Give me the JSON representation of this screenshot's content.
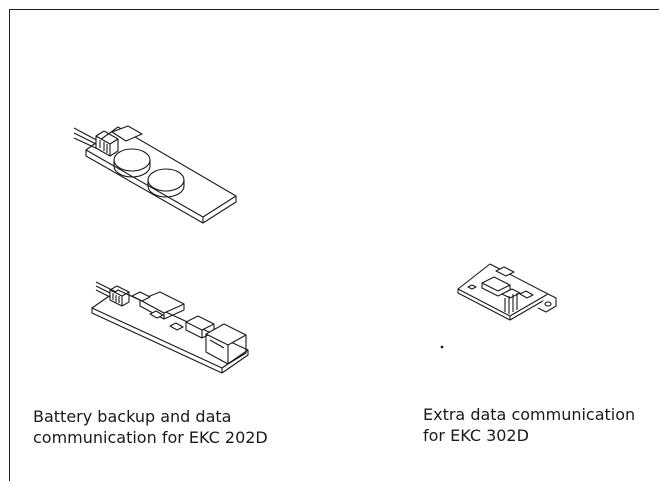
{
  "captions": {
    "left": {
      "line1": "Battery backup and data",
      "line2": "communication for EKC 202D"
    },
    "right": {
      "line1": "Extra data communication",
      "line2": "for EKC 302D"
    }
  },
  "colors": {
    "line": "#1a1a1a",
    "background": "#ffffff"
  }
}
